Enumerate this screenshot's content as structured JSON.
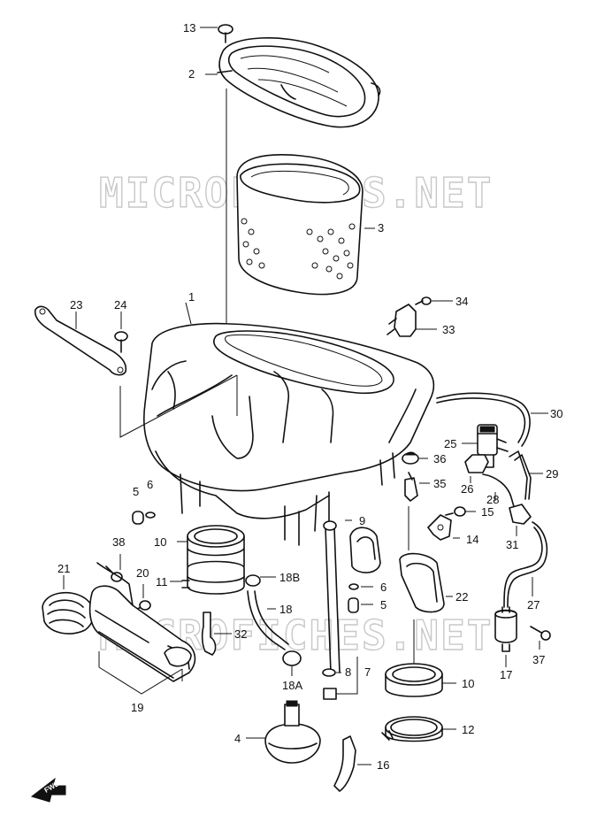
{
  "watermark": {
    "text": "MICROFICHES.NET"
  },
  "fwd_label": "FWD",
  "labels": {
    "l1": "1",
    "l2": "2",
    "l3": "3",
    "l4": "4",
    "l5a": "5",
    "l5b": "5",
    "l6a": "6",
    "l6b": "6",
    "l7": "7",
    "l8": "8",
    "l9": "9",
    "l10a": "10",
    "l10b": "10",
    "l11": "11",
    "l12": "12",
    "l13": "13",
    "l14": "14",
    "l15": "15",
    "l16": "16",
    "l17": "17",
    "l18": "18",
    "l18a": "18A",
    "l18b": "18B",
    "l19": "19",
    "l20": "20",
    "l21": "21",
    "l22": "22",
    "l23": "23",
    "l24": "24",
    "l25": "25",
    "l26": "26",
    "l27": "27",
    "l28": "28",
    "l29": "29",
    "l30": "30",
    "l31": "31",
    "l32": "32",
    "l33": "33",
    "l34": "34",
    "l35": "35",
    "l36": "36",
    "l37": "37",
    "l38": "38"
  }
}
